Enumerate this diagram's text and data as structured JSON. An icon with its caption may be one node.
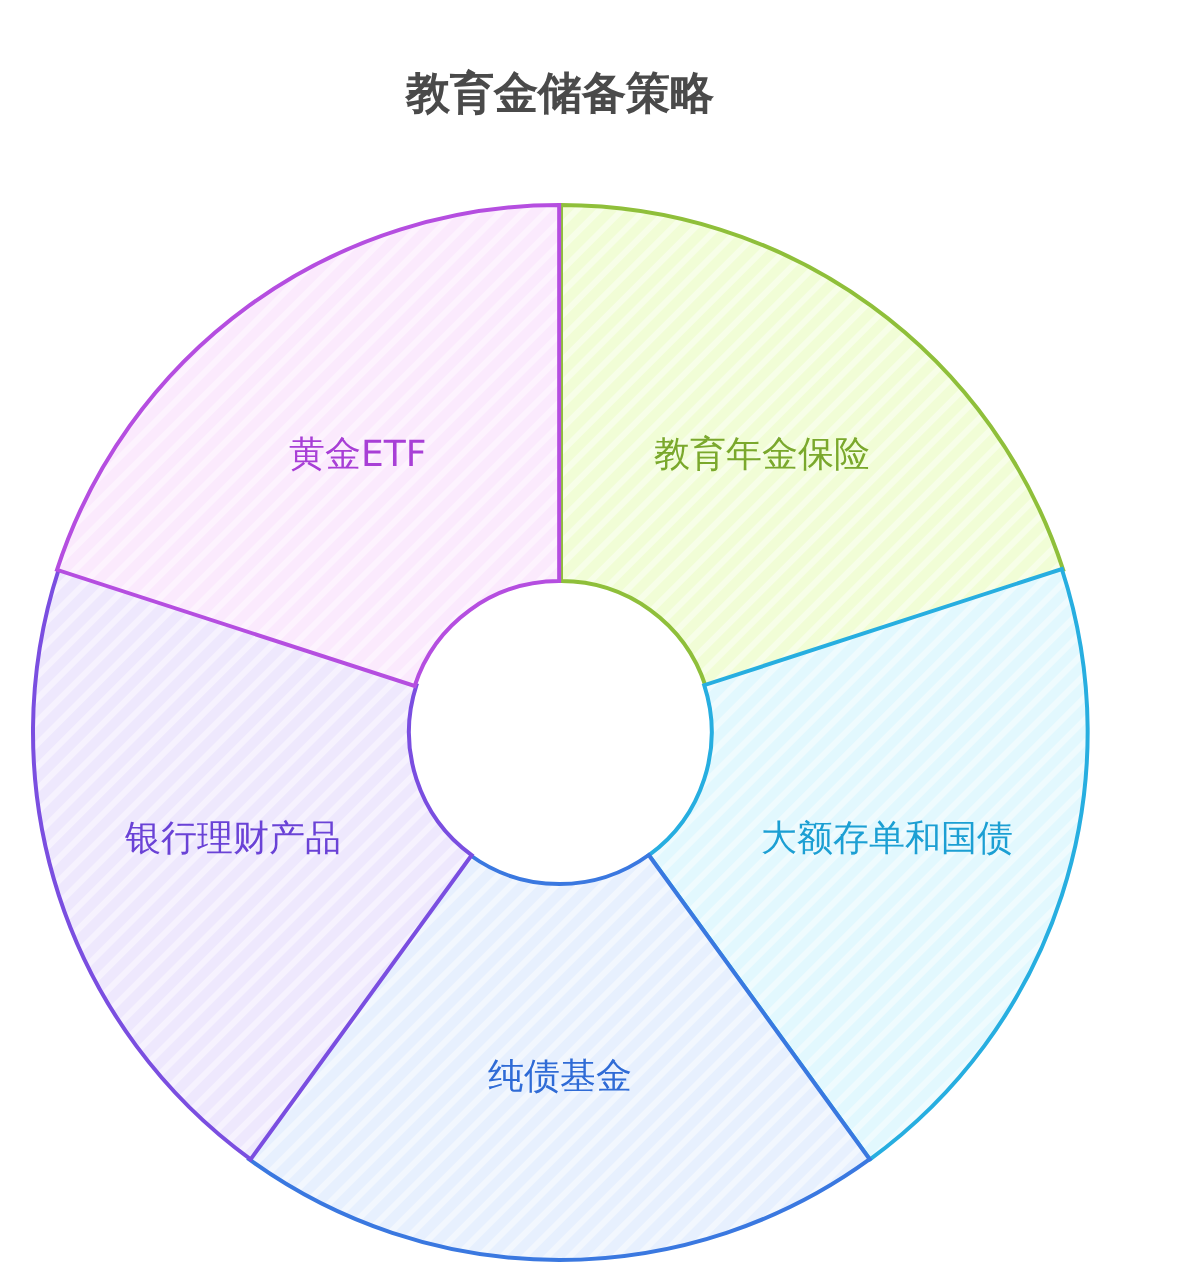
{
  "diagram": {
    "title": "教育金储备策略",
    "nodes": [
      {
        "text": [
          "教育年金保险"
        ]
      },
      {
        "text": [
          "大额存单和国债"
        ]
      },
      {
        "text": [
          "纯债基金"
        ]
      },
      {
        "text": [
          "银行理财产品"
        ]
      },
      {
        "text": [
          "黄金ETF"
        ]
      }
    ]
  }
}
